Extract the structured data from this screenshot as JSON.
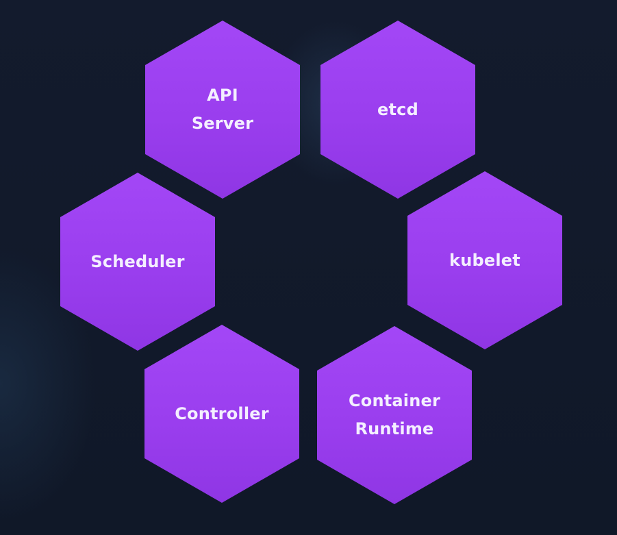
{
  "components": {
    "api_server": "API\nServer",
    "etcd": "etcd",
    "scheduler": "Scheduler",
    "kubelet": "kubelet",
    "controller": "Controller",
    "container_runtime": "Container\nRuntime"
  },
  "colors": {
    "background": "#121a2b",
    "hexagon": "#9f43f3",
    "label": "#f4efff"
  }
}
